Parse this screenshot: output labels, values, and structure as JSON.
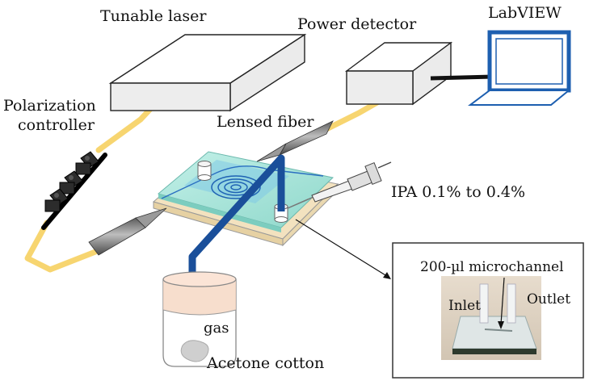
{
  "labels": {
    "tunable_laser": "Tunable laser",
    "power_detector": "Power detector",
    "labview": "LabVIEW",
    "polarization_line1": "Polarization",
    "polarization_line2": "controller",
    "lensed_fiber": "Lensed fiber",
    "ipa": "IPA 0.1% to 0.4%",
    "microchannel": "200-µl microchannel",
    "inlet": "Inlet",
    "outlet": "Outlet",
    "gas": "gas",
    "acetone": "Acetone cotton"
  },
  "colors": {
    "fiber": "#f7d570",
    "tube": "#1a4f9a",
    "laptop": "#1d5fb0",
    "chip_top": "#a9e6dc",
    "chip_base": "#f3e2bf",
    "gray_tip": "#8c8c8c",
    "liquid": "#f6d8c4"
  }
}
